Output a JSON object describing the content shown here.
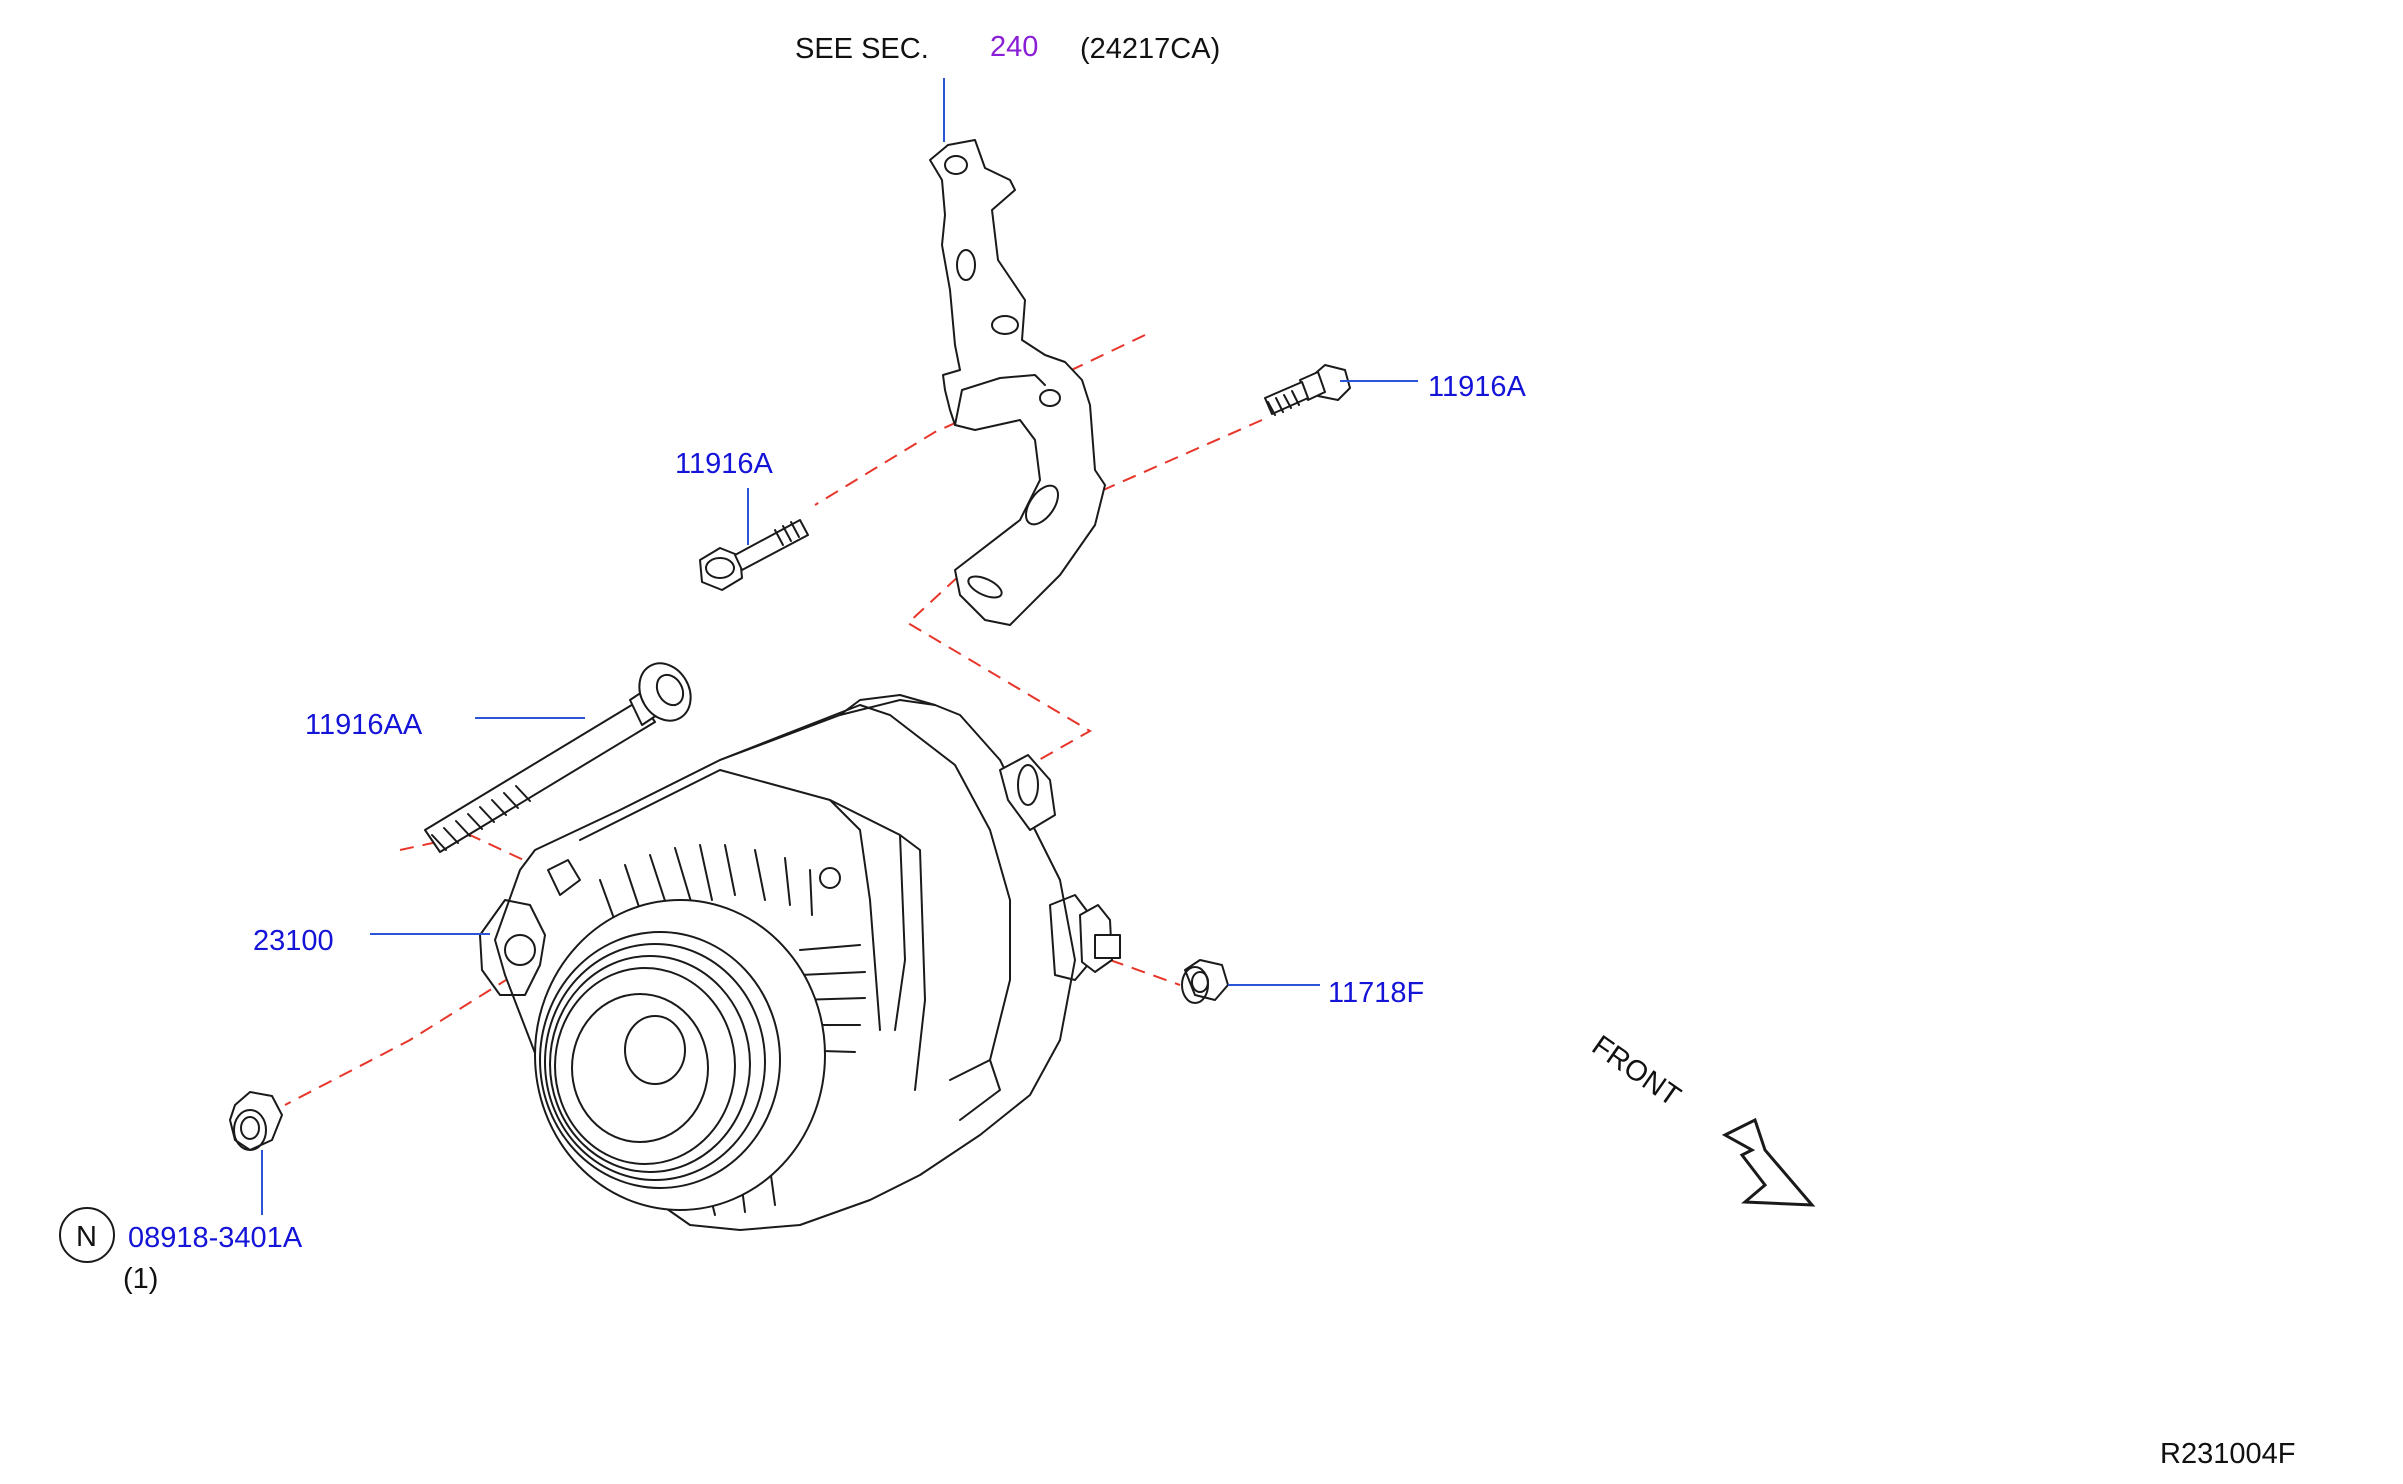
{
  "header": {
    "see_sec_prefix": "SEE   SEC.",
    "section_number": "240",
    "section_ref": "(24217CA)"
  },
  "parts": [
    {
      "id": "bolt-upper-right",
      "label": "11916A"
    },
    {
      "id": "bolt-upper-left",
      "label": "11916A"
    },
    {
      "id": "long-bolt",
      "label": "11916AA"
    },
    {
      "id": "alternator",
      "label": "23100"
    },
    {
      "id": "stud-nut",
      "label": "11718F"
    },
    {
      "id": "nut-lower",
      "label": "08918-3401A",
      "marker": "N",
      "quantity": "(1)"
    }
  ],
  "direction": {
    "label": "FRONT"
  },
  "diagram_code": "R231004F",
  "colors": {
    "part_label": "#1414d8",
    "section_number": "#8a1ed6",
    "leader_line": "#2a55d6",
    "assembly_dash": "#e8352a",
    "linework": "#1a1a1a"
  }
}
